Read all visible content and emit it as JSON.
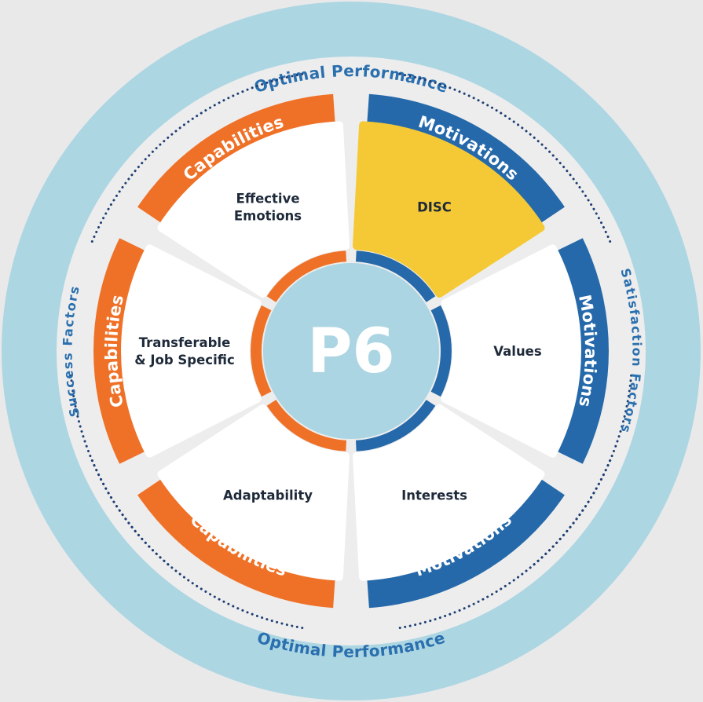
{
  "colors": {
    "outer_ring": "#add6e3",
    "background": "#e9e9ea",
    "inner_disc": "#ededed",
    "orange": "#ef7127",
    "blue": "#2569aa",
    "yellow": "#f5c935",
    "white": "#ffffff",
    "center": "#abd5e2",
    "ring_text": "#2a6fae",
    "dots": "#1f3f74",
    "segment_text": "#1e2a3a"
  },
  "outer_ring": {
    "top_label": "Optimal Performance",
    "bottom_label": "Optimal Performance"
  },
  "side_labels": {
    "left": "Success Factors",
    "right": "Satisfaction Factors"
  },
  "center": {
    "label": "P6"
  },
  "segments": [
    {
      "id": "effective-emotions",
      "label_lines": [
        "Effective",
        "Emotions"
      ],
      "band": "Capabilities",
      "band_color": "orange",
      "fill": "white"
    },
    {
      "id": "disc",
      "label_lines": [
        "DISC"
      ],
      "band": "Motivations",
      "band_color": "blue",
      "fill": "yellow"
    },
    {
      "id": "values",
      "label_lines": [
        "Values"
      ],
      "band": "Motivations",
      "band_color": "blue",
      "fill": "white"
    },
    {
      "id": "interests",
      "label_lines": [
        "Interests"
      ],
      "band": "Motivations",
      "band_color": "blue",
      "fill": "white"
    },
    {
      "id": "adaptability",
      "label_lines": [
        "Adaptability"
      ],
      "band": "Capabilities",
      "band_color": "orange",
      "fill": "white"
    },
    {
      "id": "transferable",
      "label_lines": [
        "Transferable",
        "& Job Specific"
      ],
      "band": "Capabilities",
      "band_color": "orange",
      "fill": "white"
    }
  ]
}
